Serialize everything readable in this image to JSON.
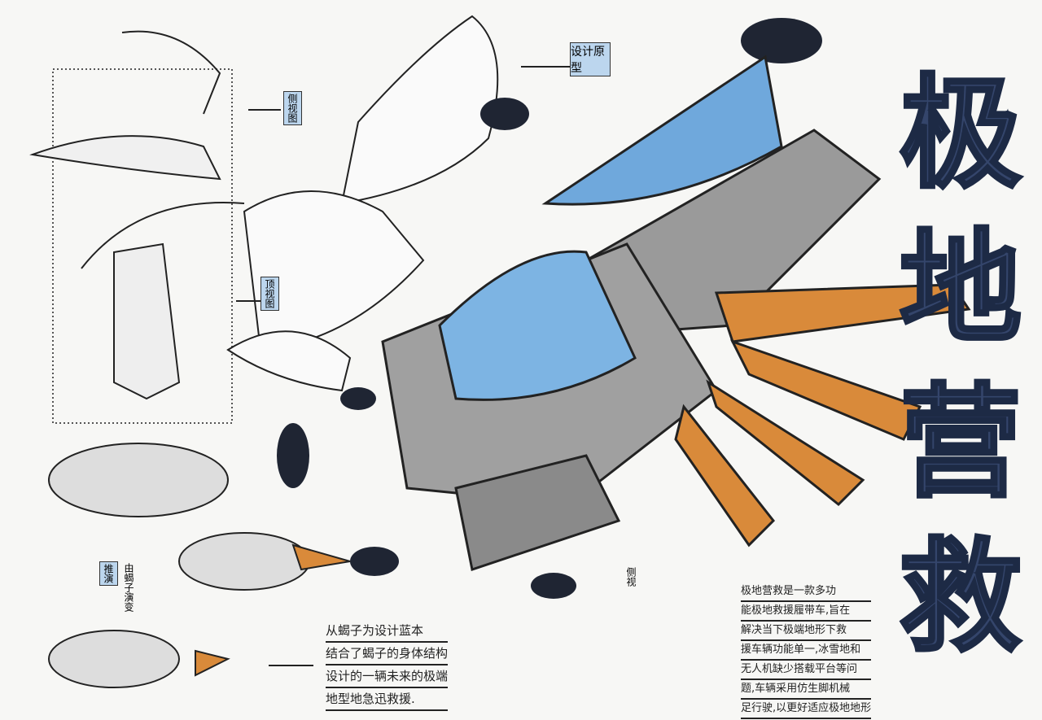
{
  "title_chars": [
    "极",
    "地",
    "营",
    "救"
  ],
  "labels": {
    "side_view": "侧视图",
    "top_view": "顶视图",
    "prototype": "设计原型",
    "evolution": "由蝎子演变",
    "deduce": "推演",
    "side": "侧视"
  },
  "left_note": [
    "从蝎子为设计蓝本",
    "结合了蝎子的身体结构",
    "设计的一辆未来的极端",
    "地型地急迅救援."
  ],
  "right_note": [
    "极地营救是一款多功",
    "能极地救援履带车,旨在",
    "解决当下极端地形下救",
    "援车辆功能单一,冰雪地和",
    "无人机缺少搭载平台等问",
    "题,车辆采用仿生脚机械",
    "足行驶,以更好适应极地地形"
  ],
  "colors": {
    "navy": "#34456b",
    "blue": "#6fa8dc",
    "orange": "#d98a3a",
    "gray": "#9a9a9a"
  }
}
